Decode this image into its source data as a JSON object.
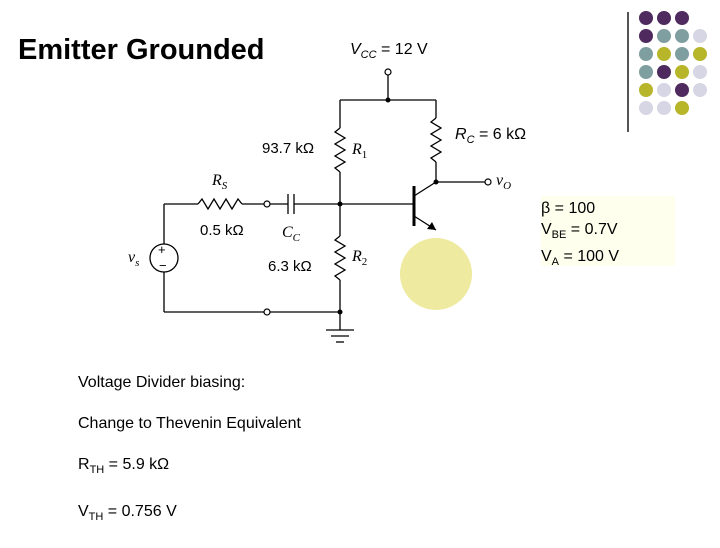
{
  "title": "Emitter Grounded",
  "circuit": {
    "vcc": "V",
    "vcc_sub": "CC",
    "vcc_value": " = 12 V",
    "rc_label": "R",
    "rc_sub": "C",
    "rc_value": " = 6 kΩ",
    "r1_value": "93.7 kΩ",
    "r1_name": "R",
    "r1_sub": "1",
    "r2_value": "6.3 kΩ",
    "r2_name": "R",
    "r2_sub": "2",
    "rs_name": "R",
    "rs_sub": "S",
    "rs_value": "0.5 kΩ",
    "cc_name": "C",
    "cc_sub": "C",
    "vs_name": "v",
    "vs_sub": "s",
    "vo_name": "v",
    "vo_sub": "O",
    "plus": "+",
    "minus": "−"
  },
  "params": {
    "beta": "β = 100",
    "vbe_pre": "V",
    "vbe_sub": "BE",
    "vbe_post": " = 0.7V",
    "va_pre": "V",
    "va_sub": "A",
    "va_post": " = 100 V"
  },
  "notes": {
    "line1": "Voltage Divider biasing:",
    "line2": "Change to Thevenin Equivalent",
    "rth_pre": "R",
    "rth_sub": "TH",
    "rth_post": " = 5.9 kΩ",
    "vth_pre": "V",
    "vth_sub": "TH",
    "vth_post": " = 0.756 V"
  },
  "colors": {
    "purple": "#4e2a5e",
    "teal": "#7f9ea0",
    "olive": "#b7b52a",
    "lavender": "#d6d6e4",
    "highlight": "#eeeaa0",
    "params_bg": "#ffffee"
  }
}
